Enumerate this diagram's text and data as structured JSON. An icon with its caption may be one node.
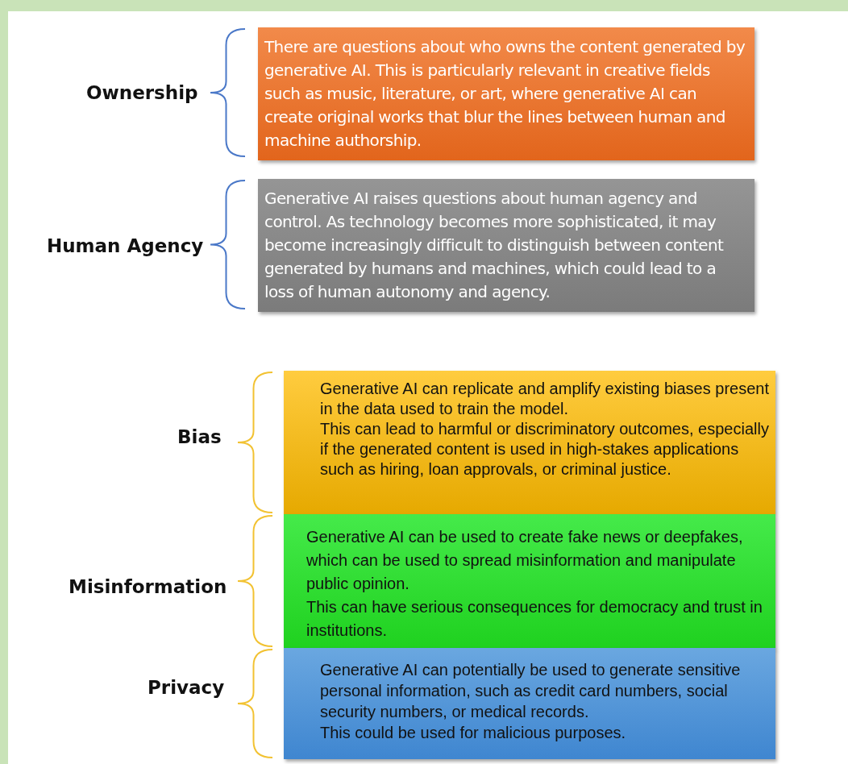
{
  "diagram": {
    "nodes": [
      {
        "text": [
          "Ownership",
          "There are questions about who owns the content generated by generative AI. This is particularly relevant in creative fields such as music, literature, or art, where generative AI can create original works that blur the lines between human and machine authorship."
        ]
      },
      {
        "text": [
          "Human Agency",
          "Generative AI raises questions about human agency and control. As technology becomes more sophisticated, it may become increasingly difficult to distinguish between content generated by humans and machines, which could lead to a loss of human autonomy and agency."
        ]
      },
      {
        "text": [
          "Bias",
          "Generative AI can replicate and amplify existing biases present in the data used to train the model.",
          "This can lead to harmful or discriminatory outcomes, especially if the generated content is used in high-stakes applications such as hiring, loan approvals, or criminal justice."
        ]
      },
      {
        "text": [
          "Misinformation",
          "Generative AI can be used to create fake news or deepfakes, which can be used to spread misinformation and manipulate public opinion.",
          "This can have serious consequences for democracy and trust in institutions."
        ]
      },
      {
        "text": [
          "Privacy",
          "Generative AI can potentially be used to generate sensitive personal information, such as credit card numbers, social security numbers, or medical records.",
          "This could be used for malicious purposes."
        ]
      }
    ]
  }
}
